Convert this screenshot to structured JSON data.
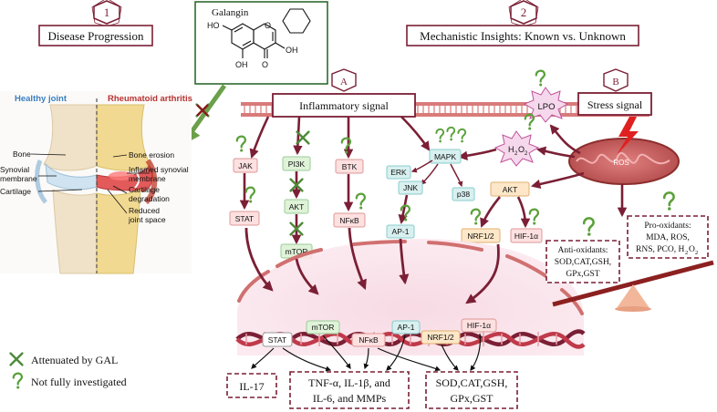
{
  "sections": {
    "num1": "1",
    "num2": "2",
    "disease_progression": "Disease Progression",
    "mechanistic_insights": "Mechanistic Insights: Known vs. Unknown"
  },
  "compound": {
    "name": "Galangin",
    "ho_left": "HO",
    "oh_bottom": "OH",
    "oh_right": "OH",
    "o_ring": "O",
    "o_carbonyl": "O"
  },
  "joint": {
    "healthy": "Healthy joint",
    "ra": "Rheumatoid arthritis",
    "bone": "Bone",
    "synovial_line1": "Synovial",
    "synovial_line2": "membrane",
    "cartilage": "Cartilage",
    "bone_erosion": "Bone erosion",
    "inflamed_line1": "Inflamed synovial",
    "inflamed_line2": "membrane",
    "cart_deg_line1": "Cartilage",
    "cart_deg_line2": "degradation",
    "reduced_line1": "Reduced",
    "reduced_line2": "joint space"
  },
  "signals": {
    "a_label": "A",
    "b_label": "B",
    "inflammatory": "Inflammatory signal",
    "stress": "Stress signal"
  },
  "nodes": {
    "jak": "JAK",
    "stat": "STAT",
    "pi3k": "PI3K",
    "akt": "AKT",
    "mtor": "mTOR",
    "btk": "BTK",
    "nfkb": "NFκB",
    "mapk": "MAPK",
    "erk": "ERK",
    "jnk": "JNK",
    "p38": "p38",
    "ap1": "AP-1",
    "akt_stress": "AKT",
    "nrf": "NRF1/2",
    "hif": "HIF-1α",
    "lpo": "LPO",
    "ros": "ROS",
    "h2o2_main": "H",
    "h2o2_sub": "2",
    "h2o2_mid": "O",
    "h2o2_sub2": "2"
  },
  "balance": {
    "anti_line1": "Anti-oxidants:",
    "anti_line2": "SOD,CAT,GSH,",
    "anti_line3": "GPx,GST",
    "pro_line1": "Pro-oxidants:",
    "pro_line2": "MDA, ROS,",
    "pro_line3a": "RNS, PCO, H",
    "pro_line3b": "2",
    "pro_line3c": "O",
    "pro_line3d": "2"
  },
  "dna": {
    "stat": "STAT",
    "mtor": "mTOR",
    "nfkb": "NFκB",
    "ap1": "AP-1",
    "nrf": "NRF1/2",
    "hif": "HIF-1α"
  },
  "outputs": {
    "il17": "IL-17",
    "cyt_line1": "TNF-α, IL-1β, and",
    "cyt_line2": "IL-6, and MMPs",
    "anti_line1": "SOD,CAT,GSH,",
    "anti_line2": "GPx,GST"
  },
  "legend": {
    "attenuated": "Attenuated by GAL",
    "not_investigated": "Not fully investigated",
    "q": "?"
  },
  "colors": {
    "maroon": "#7a1f35",
    "darkred": "#8b1a1a",
    "green": "#5a9a3a",
    "membrane": "#d97a7a"
  }
}
